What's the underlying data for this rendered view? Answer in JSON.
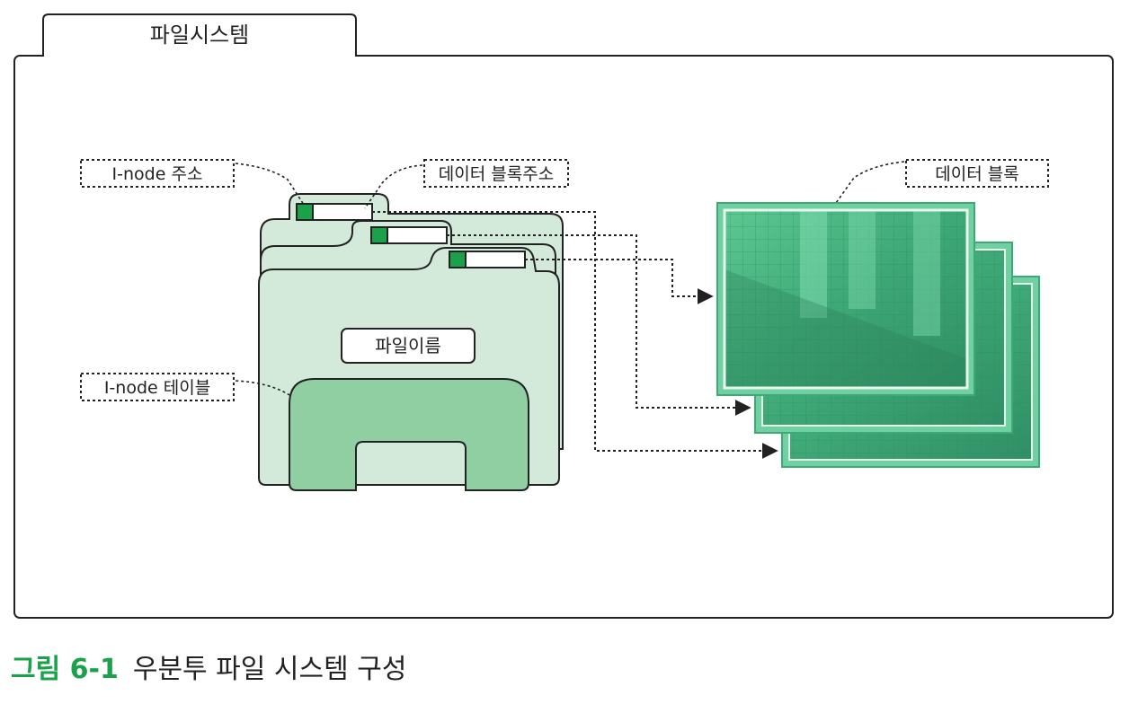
{
  "tab_title": "파일시스템",
  "labels": {
    "inode_address": "I-node 주소",
    "data_block_address": "데이터 블록주소",
    "data_block": "데이터 블록",
    "file_name": "파일이름",
    "inode_table": "I-node 테이블"
  },
  "caption": {
    "number": "그림 6-1",
    "text": "우분투 파일 시스템 구성"
  },
  "colors": {
    "folder_light": "#d3eadb",
    "folder_mid": "#8fcfa2",
    "green_accent": "#1aa14a",
    "frame_green": "#5fc28b",
    "caption_green": "#1aa14a"
  }
}
